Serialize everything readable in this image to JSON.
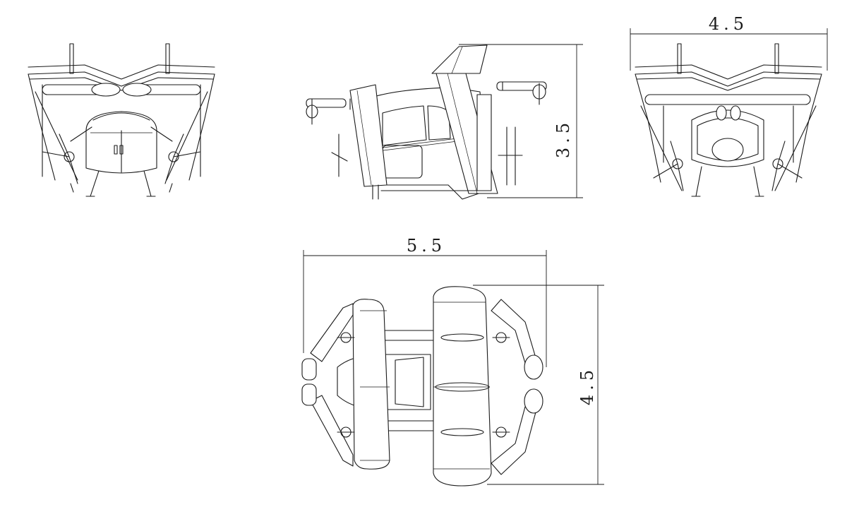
{
  "dimensions": {
    "front_height": "3.5",
    "rear_width": "4.5",
    "top_length": "5.5",
    "top_width": "4.5"
  },
  "colors": {
    "line": "#1a1a1a",
    "background": "#ffffff"
  }
}
